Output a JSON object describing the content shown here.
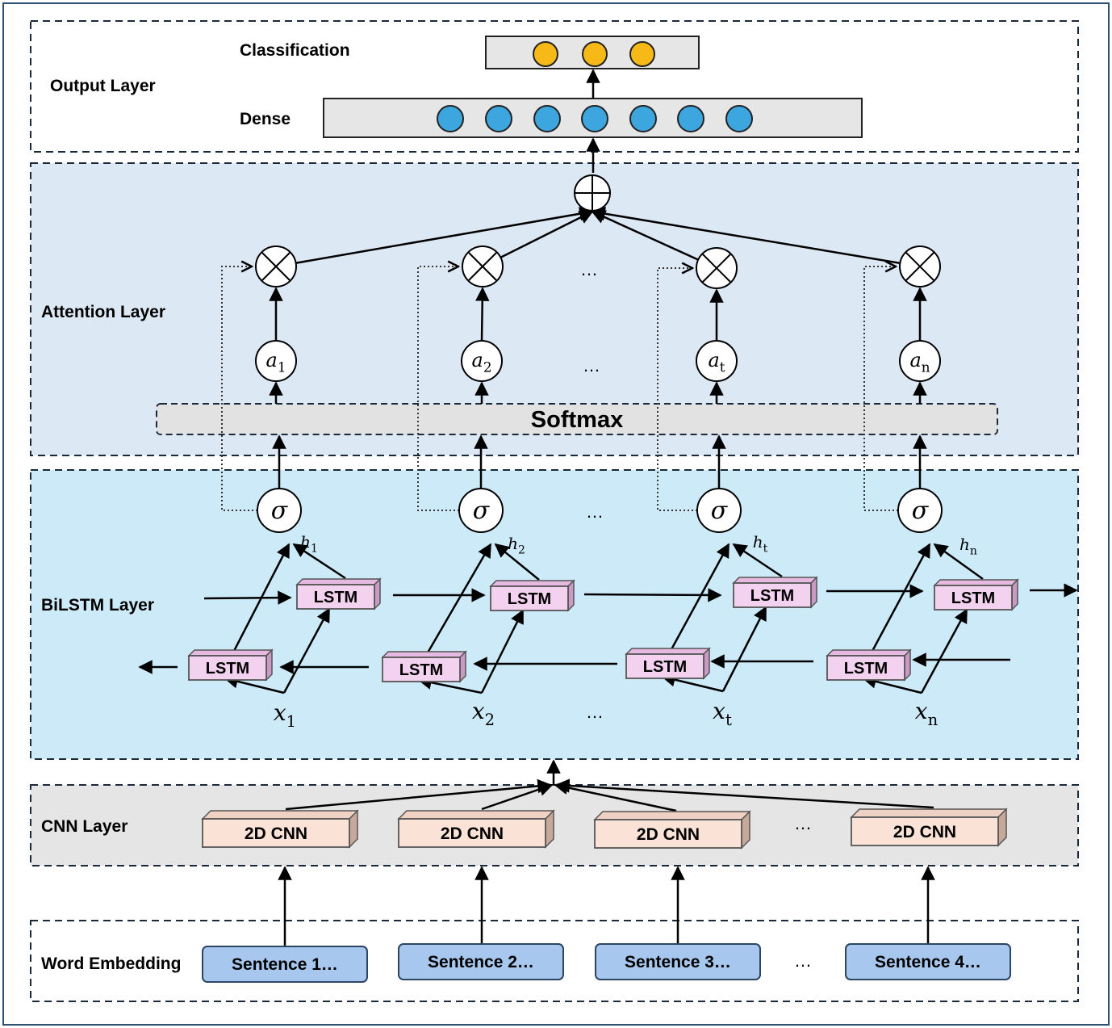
{
  "layers": {
    "output": "Output Layer",
    "attention": "Attention Layer",
    "bilstm": "BiLSTM Layer",
    "cnn": "CNN Layer",
    "embedding": "Word Embedding"
  },
  "output": {
    "classification_label": "Classification",
    "dense_label": "Dense",
    "classification_nodes": 3,
    "dense_nodes": 7
  },
  "attention": {
    "softmax_label": "Softmax",
    "weights": [
      {
        "base": "a",
        "sub": "1"
      },
      {
        "base": "a",
        "sub": "2"
      },
      {
        "base": "a",
        "sub": "t"
      },
      {
        "base": "a",
        "sub": "n"
      }
    ]
  },
  "bilstm": {
    "lstm_label": "LSTM",
    "sigma": "σ",
    "hidden": [
      {
        "base": "h",
        "sub": "1"
      },
      {
        "base": "h",
        "sub": "2"
      },
      {
        "base": "h",
        "sub": "t"
      },
      {
        "base": "h",
        "sub": "n"
      }
    ],
    "inputs": [
      {
        "base": "x",
        "sub": "1"
      },
      {
        "base": "x",
        "sub": "2"
      },
      {
        "base": "x",
        "sub": "t"
      },
      {
        "base": "x",
        "sub": "n"
      }
    ]
  },
  "cnn": {
    "blocks": [
      "2D CNN",
      "2D CNN",
      "2D CNN",
      "2D CNN"
    ]
  },
  "embedding": {
    "sentences": [
      "Sentence 1…",
      "Sentence 2…",
      "Sentence 3…",
      "Sentence 4…"
    ]
  },
  "ellipsis": "…",
  "colors": {
    "attention_bg": "#dde8f5",
    "bilstm_bg": "#cdeaf8",
    "cnn_bg": "#e5e5e5",
    "lstm_fill": "#f3d2ef",
    "cnn_fill": "#fae3d6",
    "sentence_fill": "#a7c7ee",
    "dense_node": "#3ea6de",
    "class_node": "#f7b918"
  }
}
